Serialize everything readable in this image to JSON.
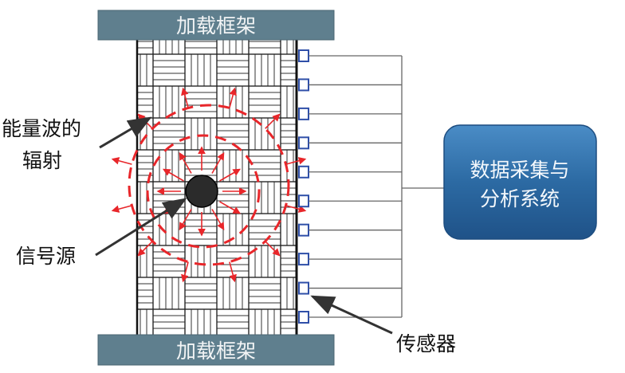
{
  "labels": {
    "top_frame": "加载框架",
    "bottom_frame": "加载框架",
    "energy_wave_line1": "能量波的",
    "energy_wave_line2": "辐射",
    "signal_source": "信号源",
    "sensor": "传感器",
    "system_line1": "数据采集与",
    "system_line2": "分析系统"
  },
  "sensor_count": 10,
  "colors": {
    "frame": "#5f7f8e",
    "sensor": "#2f4fa8",
    "wave": "#e8262a",
    "system_box": "#2c6aa3"
  }
}
